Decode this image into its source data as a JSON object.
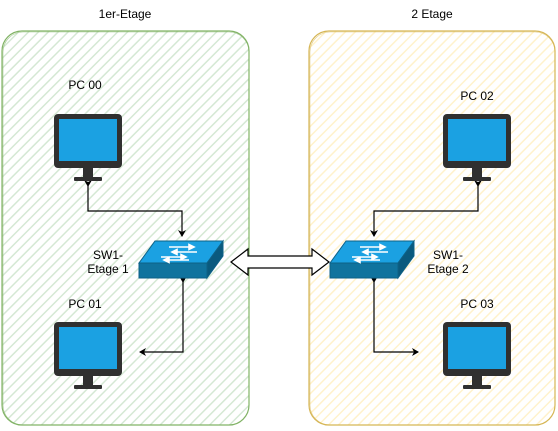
{
  "floors": [
    {
      "title": "1er-Etage",
      "fill": "#d5e8d4",
      "stroke": "#82b366",
      "pcs": [
        {
          "label": "PC 00"
        },
        {
          "label": "PC 01"
        }
      ],
      "switch": {
        "label_line1": "SW1-",
        "label_line2": "Etage 1"
      }
    },
    {
      "title": "2 Etage",
      "fill": "#fff2cc",
      "stroke": "#d6b656",
      "pcs": [
        {
          "label": "PC 02"
        },
        {
          "label": "PC 03"
        }
      ],
      "switch": {
        "label_line1": "SW1-",
        "label_line2": "Etage 2"
      }
    }
  ],
  "colors": {
    "monitor_bezel": "#303030",
    "monitor_screen": "#1ba1e2",
    "switch_top": "#1ba1e2",
    "switch_front": "#10739e"
  },
  "icons": [
    "pc-monitor-icon",
    "network-switch-icon",
    "bidirectional-arrow-icon"
  ]
}
